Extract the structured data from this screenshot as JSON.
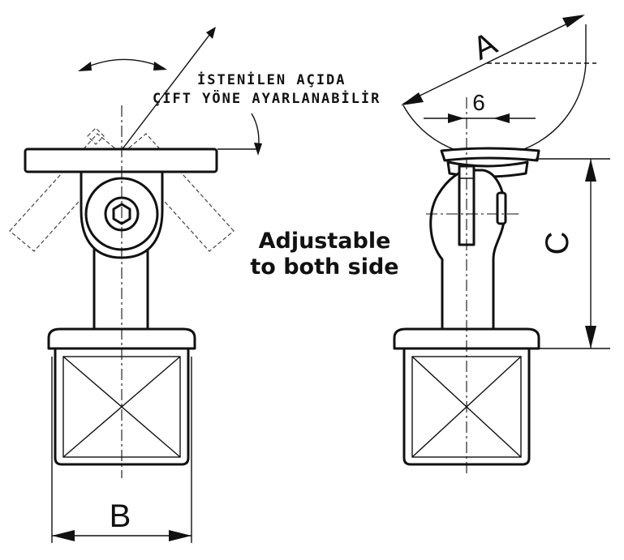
{
  "labels": {
    "note_line1": "İSTENİLEN AÇIDA",
    "note_line2": "ÇİFT YÖNE AYARLANABİLİR",
    "adjust_line1": "Adjustable",
    "adjust_line2": "to both side"
  },
  "dimensions": {
    "a": "A",
    "b": "B",
    "c": "C",
    "six": "6"
  }
}
